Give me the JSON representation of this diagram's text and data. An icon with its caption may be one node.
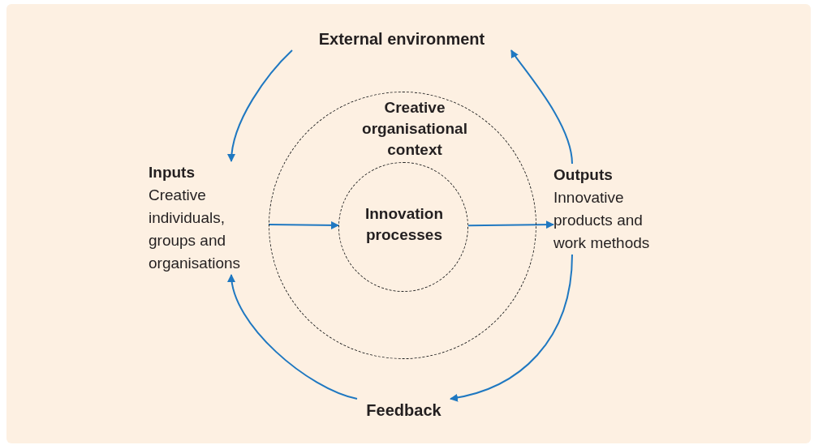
{
  "diagram": {
    "nodes": [
      {
        "text": [
          "External environment"
        ]
      },
      {
        "text": [
          "Creative organisational context"
        ]
      },
      {
        "text": [
          "Innovation processes"
        ],
        "in": 1
      },
      {
        "text": [
          "Inputs",
          "Creative individuals, groups and organisations"
        ]
      },
      {
        "text": [
          "Outputs",
          "Innovative products and work methods"
        ]
      },
      {
        "text": [
          "Feedback"
        ]
      }
    ],
    "edges": [
      {
        "from": 0,
        "to": 3,
        "arrow": "to"
      },
      {
        "from": 4,
        "to": 0,
        "arrow": "to"
      },
      {
        "from": 4,
        "to": 5,
        "arrow": "to"
      },
      {
        "from": 5,
        "to": 3,
        "arrow": "to"
      },
      {
        "from": 3,
        "to": 2,
        "arrow": "to"
      },
      {
        "from": 2,
        "to": 4,
        "arrow": "to"
      }
    ]
  }
}
